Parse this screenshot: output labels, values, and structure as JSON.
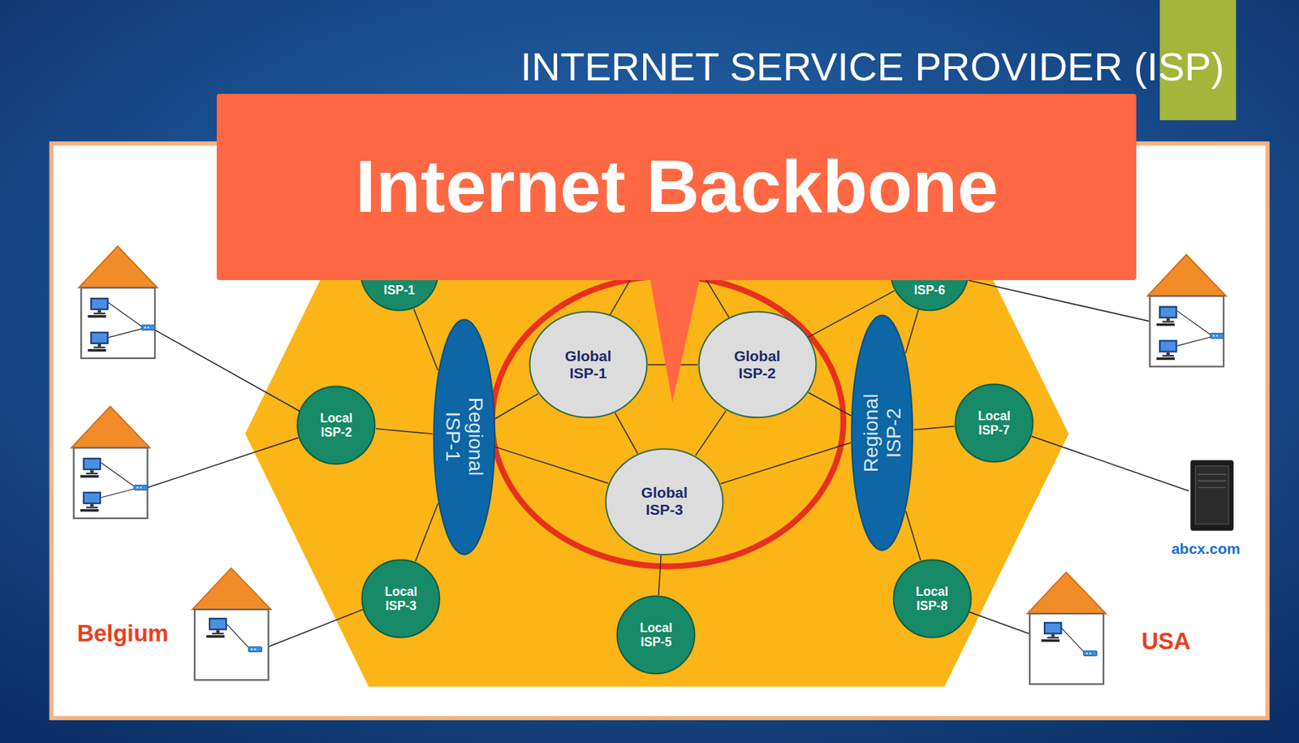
{
  "diagram": {
    "title": "INTERNET SERVICE PROVIDER (ISP)",
    "nodes": [
      {
        "text": [
          "Internet Backbone"
        ]
      },
      {
        "text": [
          "ISP-1"
        ]
      },
      {
        "text": [
          "ISP-6"
        ]
      },
      {
        "text": [
          "Global ISP-1"
        ]
      },
      {
        "text": [
          "Global ISP-2"
        ]
      },
      {
        "text": [
          "Regional ISP-1"
        ]
      },
      {
        "text": [
          "Regional ISP-2"
        ]
      },
      {
        "text": [
          "Local ISP-2"
        ]
      },
      {
        "text": [
          "Local ISP-7"
        ]
      },
      {
        "text": [
          "Global ISP-3"
        ]
      },
      {
        "text": [
          "Local ISP-3"
        ]
      },
      {
        "text": [
          "Local ISP-5"
        ]
      },
      {
        "text": [
          "Local ISP-8"
        ]
      }
    ],
    "edges": [
      {
        "from": 1,
        "to": 5,
        "arrow": "none"
      },
      {
        "from": 2,
        "to": 4,
        "arrow": "none"
      },
      {
        "from": 2,
        "to": 6,
        "arrow": "none"
      },
      {
        "from": 3,
        "to": 4,
        "arrow": "none"
      },
      {
        "from": 3,
        "to": 5,
        "arrow": "none"
      },
      {
        "from": 3,
        "to": 9,
        "arrow": "none"
      },
      {
        "from": 4,
        "to": 9,
        "arrow": "none"
      },
      {
        "from": 4,
        "to": 6,
        "arrow": "none"
      },
      {
        "from": 9,
        "to": 5,
        "arrow": "none"
      },
      {
        "from": 9,
        "to": 6,
        "arrow": "none"
      },
      {
        "from": 9,
        "to": 11,
        "arrow": "none"
      },
      {
        "from": 7,
        "to": 5,
        "arrow": "none"
      },
      {
        "from": 10,
        "to": 5,
        "arrow": "none"
      },
      {
        "from": 6,
        "to": 8,
        "arrow": "none"
      },
      {
        "from": 6,
        "to": 12,
        "arrow": "none"
      }
    ],
    "labels": [
      "Belgium",
      "USA",
      "abcx.com"
    ]
  }
}
